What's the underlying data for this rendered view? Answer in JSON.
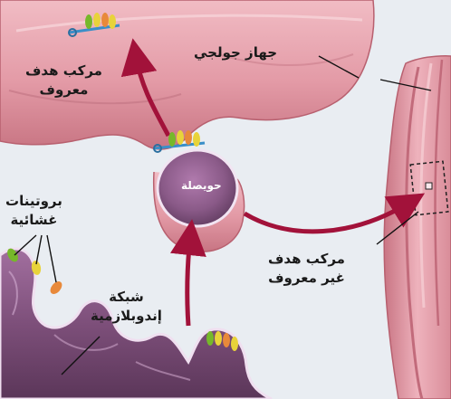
{
  "labels": {
    "golgi": "جهاز جولجي",
    "known_target_line1": "مركب هدف",
    "known_target_line2": "معروف",
    "vesicle": "حويصلة",
    "membrane_proteins_line1": "بروتينات",
    "membrane_proteins_line2": "غشائية",
    "er_line1": "شبكة",
    "er_line2": "إندوبلازمية",
    "unknown_target_line1": "مركب هدف",
    "unknown_target_line2": "غير معروف"
  },
  "colors": {
    "background": "#e9edf2",
    "golgi_pink": "#e39aa6",
    "golgi_dark": "#b8606f",
    "vesicle_purple": "#8a5a88",
    "er_purple": "#7d4f7a",
    "arrow_red": "#a2123a",
    "protein_green": "#76b82a",
    "protein_yellow": "#e8d33a",
    "protein_orange": "#e8893a",
    "receptor_blue": "#3a8fc8"
  }
}
